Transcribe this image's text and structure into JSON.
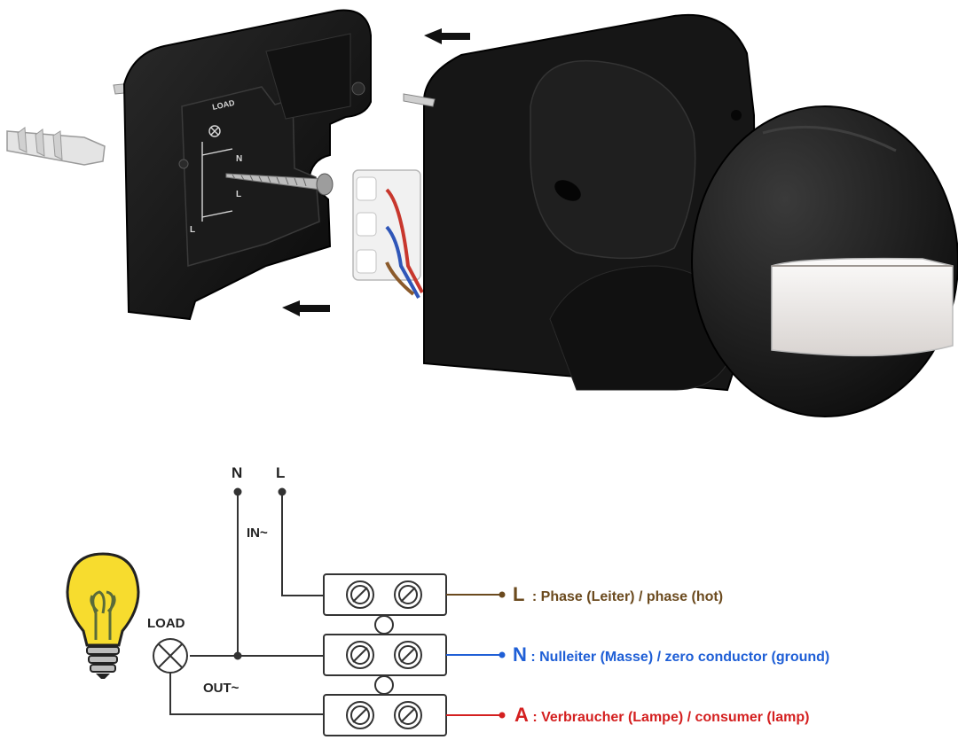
{
  "wiring": {
    "input_terminals": {
      "neutral": "N",
      "live": "L"
    },
    "input_label": "IN~",
    "output_label": "OUT~",
    "load_label": "LOAD"
  },
  "legend": [
    {
      "code": "L",
      "text": ": Phase (Leiter) / phase (hot)",
      "color": "#6b4a1e"
    },
    {
      "code": "N",
      "text": ": Nulleiter (Masse) / zero  conductor (ground)",
      "color": "#1f5fd6"
    },
    {
      "code": "A",
      "text": ": Verbraucher (Lampe) / consumer (lamp)",
      "color": "#d42020"
    }
  ],
  "colors": {
    "device_body": "#141414",
    "lens": "#ece8e6",
    "bulb_glass": "#f7dc2e",
    "wire": "#333333"
  },
  "icons": {
    "direction_arrows": "arrow-left-icon",
    "bulb": "lightbulb-icon",
    "load": "load-lamp-symbol-icon",
    "terminal_screw": "screw-terminal-icon"
  }
}
